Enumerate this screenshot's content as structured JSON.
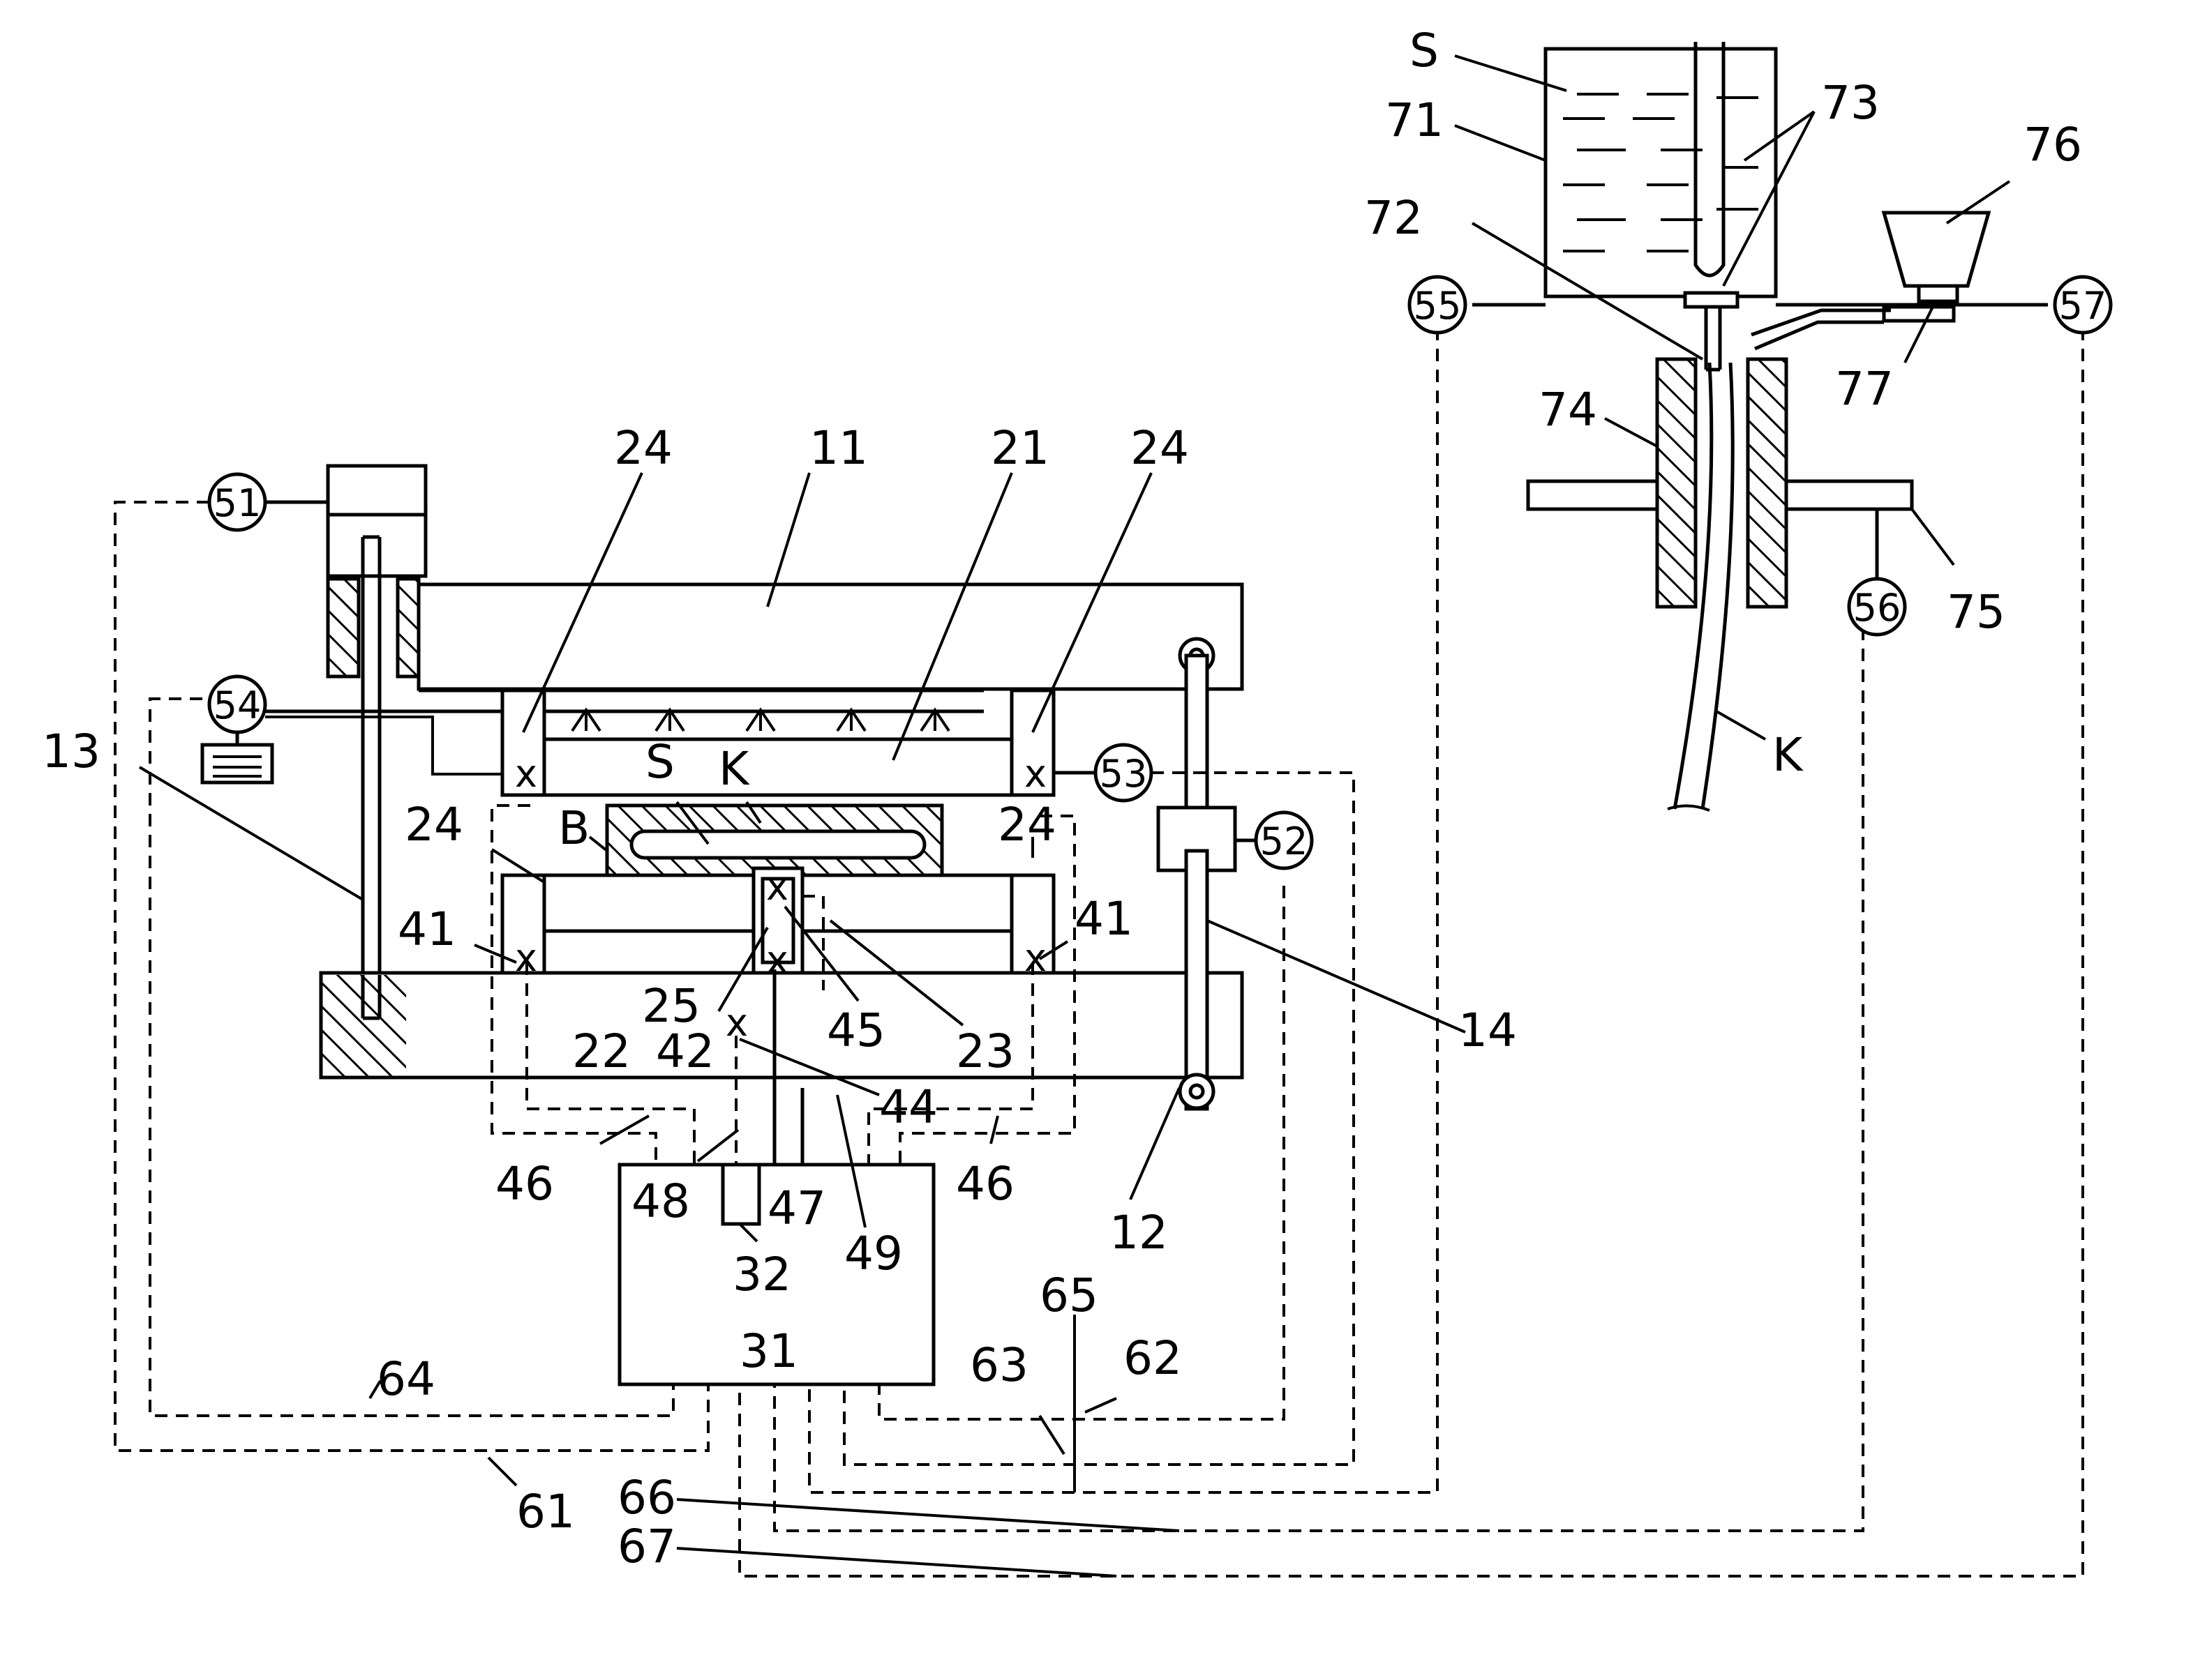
{
  "labels": {
    "n11": "11",
    "n12": "12",
    "n13": "13",
    "n14": "14",
    "n21": "21",
    "n22": "22",
    "n23": "23",
    "n24a": "24",
    "n24b": "24",
    "n24c": "24",
    "n24d": "24",
    "n25": "25",
    "n31": "31",
    "n32": "32",
    "n41a": "41",
    "n41b": "41",
    "n42": "42",
    "n44": "44",
    "n45": "45",
    "n46a": "46",
    "n46b": "46",
    "n47": "47",
    "n48": "48",
    "n49": "49",
    "n61": "61",
    "n62": "62",
    "n63": "63",
    "n64": "64",
    "n65": "65",
    "n66": "66",
    "n67": "67",
    "n71": "71",
    "n72": "72",
    "n73": "73",
    "n74": "74",
    "n75": "75",
    "n76": "76",
    "n77": "77",
    "S1": "S",
    "S2": "S",
    "K1": "K",
    "K2": "K",
    "B": "B"
  },
  "circles": {
    "c51": "51",
    "c52": "52",
    "c53": "53",
    "c54": "54",
    "c55": "55",
    "c56": "56",
    "c57": "57"
  }
}
